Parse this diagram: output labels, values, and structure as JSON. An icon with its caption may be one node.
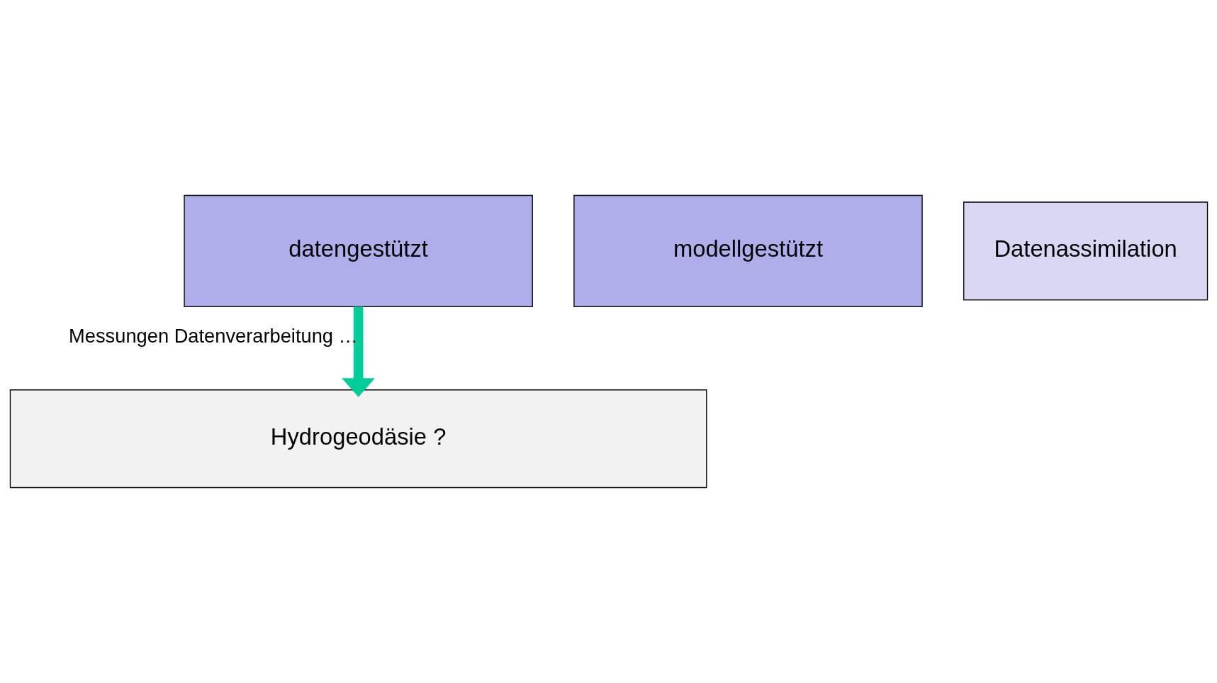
{
  "diagram": {
    "nodes": [
      {
        "text": [
          "datengestützt"
        ]
      },
      {
        "text": [
          "modellgestützt"
        ]
      },
      {
        "text": [
          "Datenassimilation"
        ]
      },
      {
        "text": [
          "Hydrogeodäsie ?"
        ]
      }
    ],
    "edges": [
      {
        "from": 0,
        "to": 3,
        "arrow": "to",
        "label": "Messungen Datenverarbeitung …",
        "color": "#00cc99"
      }
    ]
  }
}
